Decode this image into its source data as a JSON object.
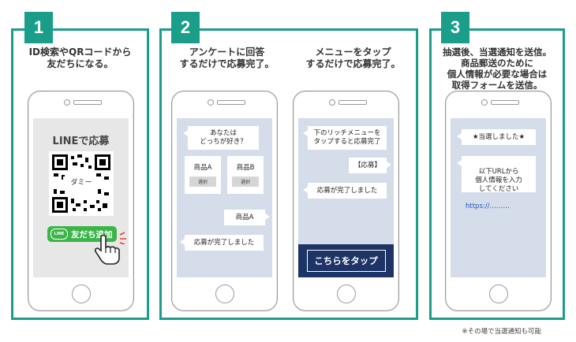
{
  "panels": [
    {
      "number": "1",
      "caption": "ID検索やQRコードから\n友だちになる。"
    },
    {
      "number": "2",
      "caption_left": "アンケートに回答\nするだけで応募完了。",
      "caption_right": "メニューをタップ\nするだけで応募完了。"
    },
    {
      "number": "3",
      "caption": "抽選後、当選通知を送信。\n商品郵送のために\n個人情報が必要な場合は\n取得フォームを送信。"
    }
  ],
  "phone1": {
    "title": "LINEで応募",
    "qr_label": "ダミー",
    "add_friend_badge": "LINE",
    "add_friend_label": "友だち追加"
  },
  "phone2a": {
    "question": "あなたは\nどっちが好き？",
    "product_a": "商品A",
    "product_b": "商品B",
    "select_label": "選択",
    "answer": "商品A",
    "done": "応募が完了しました"
  },
  "phone2b": {
    "instruction": "下のリッチメニューを\nタップすると応募完了",
    "apply": "【応募】",
    "done": "応募が完了しました",
    "rich_menu_label": "こちらをタップ"
  },
  "phone3": {
    "win": "★当選しました★",
    "form": "以下URLから\n個人情報を入力\nしてください",
    "url": "https://………"
  },
  "footnote": "※その場で当選通知も可能",
  "colors": {
    "accent": "#1a9e8a",
    "line_green": "#3cb548",
    "navy": "#1e3466",
    "screen_bg": "#d4dde9"
  }
}
